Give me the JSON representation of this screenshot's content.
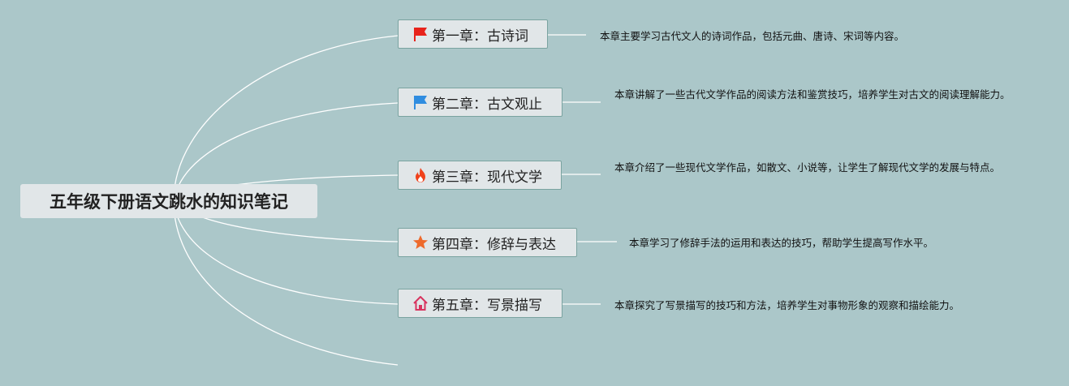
{
  "root": {
    "title": "五年级下册语文跳水的知识笔记"
  },
  "topics": [
    {
      "title": "第一章：古诗词",
      "icon": "red-flag-icon",
      "color": "#e8231b",
      "note": "本章主要学习古代文人的诗词作品，包括元曲、唐诗、宋词等内容。"
    },
    {
      "title": "第二章：古文观止",
      "icon": "blue-flag-icon",
      "color": "#2f8de0",
      "note": "本章讲解了一些古代文学作品的阅读方法和鉴赏技巧，培养学生对古文的阅读理解能力。"
    },
    {
      "title": "第三章：现代文学",
      "icon": "fire-icon",
      "color": "#f0421c",
      "note": "本章介绍了一些现代文学作品，如散文、小说等，让学生了解现代文学的发展与特点。"
    },
    {
      "title": "第四章：修辞与表达",
      "icon": "star-icon",
      "color": "#ee6a2c",
      "note": "本章学习了修辞手法的运用和表达的技巧，帮助学生提高写作水平。"
    },
    {
      "title": "第五章：写景描写",
      "icon": "home-icon",
      "color": "#d8345f",
      "note": "本章探究了写景描写的技巧和方法，培养学生对事物形象的观察和描绘能力。"
    }
  ]
}
